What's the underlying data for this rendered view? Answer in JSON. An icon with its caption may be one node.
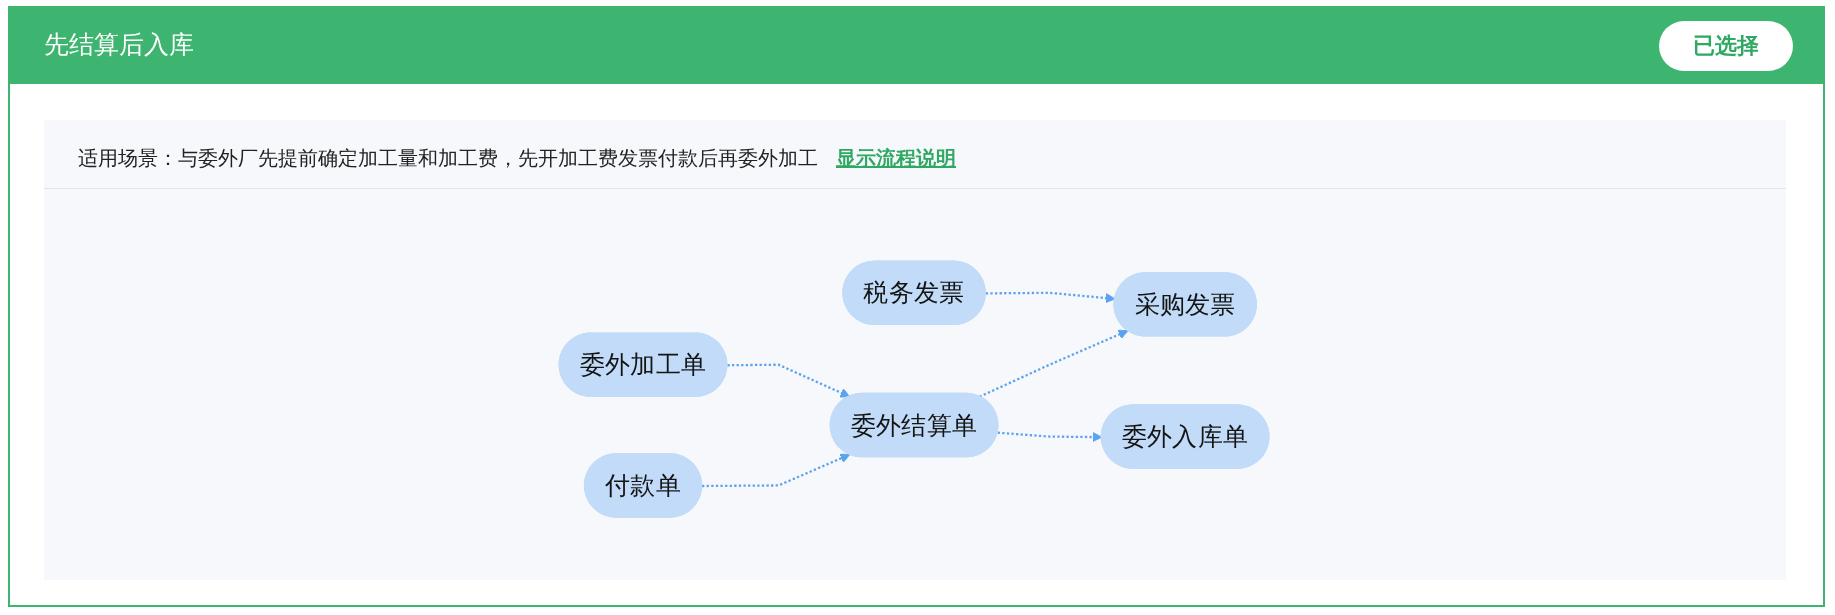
{
  "diagram": {
    "title": "先结算后入库",
    "nodes": [
      {
        "text": [
          "付款单"
        ]
      },
      {
        "text": [
          "委外加工单"
        ]
      },
      {
        "text": [
          "委外结算单"
        ]
      },
      {
        "text": [
          "采购发票"
        ]
      },
      {
        "text": [
          "税务发票"
        ]
      },
      {
        "text": [
          "委外入库单"
        ]
      }
    ],
    "edges": [
      {
        "from": 0,
        "to": 2,
        "arrow": "to",
        "style": "dashed"
      },
      {
        "from": 1,
        "to": 2,
        "arrow": "to",
        "style": "dashed"
      },
      {
        "from": 2,
        "to": 3,
        "arrow": "to",
        "style": "dashed"
      },
      {
        "from": 4,
        "to": 3,
        "arrow": "to",
        "style": "dashed"
      },
      {
        "from": 2,
        "to": 5,
        "arrow": "to",
        "style": "dashed"
      }
    ],
    "labels": [
      "已选择",
      "适用场景：与委外厂先提前确定加工量和加工费，先开加工费发票付款后再委外加工",
      "显示流程说明"
    ]
  }
}
